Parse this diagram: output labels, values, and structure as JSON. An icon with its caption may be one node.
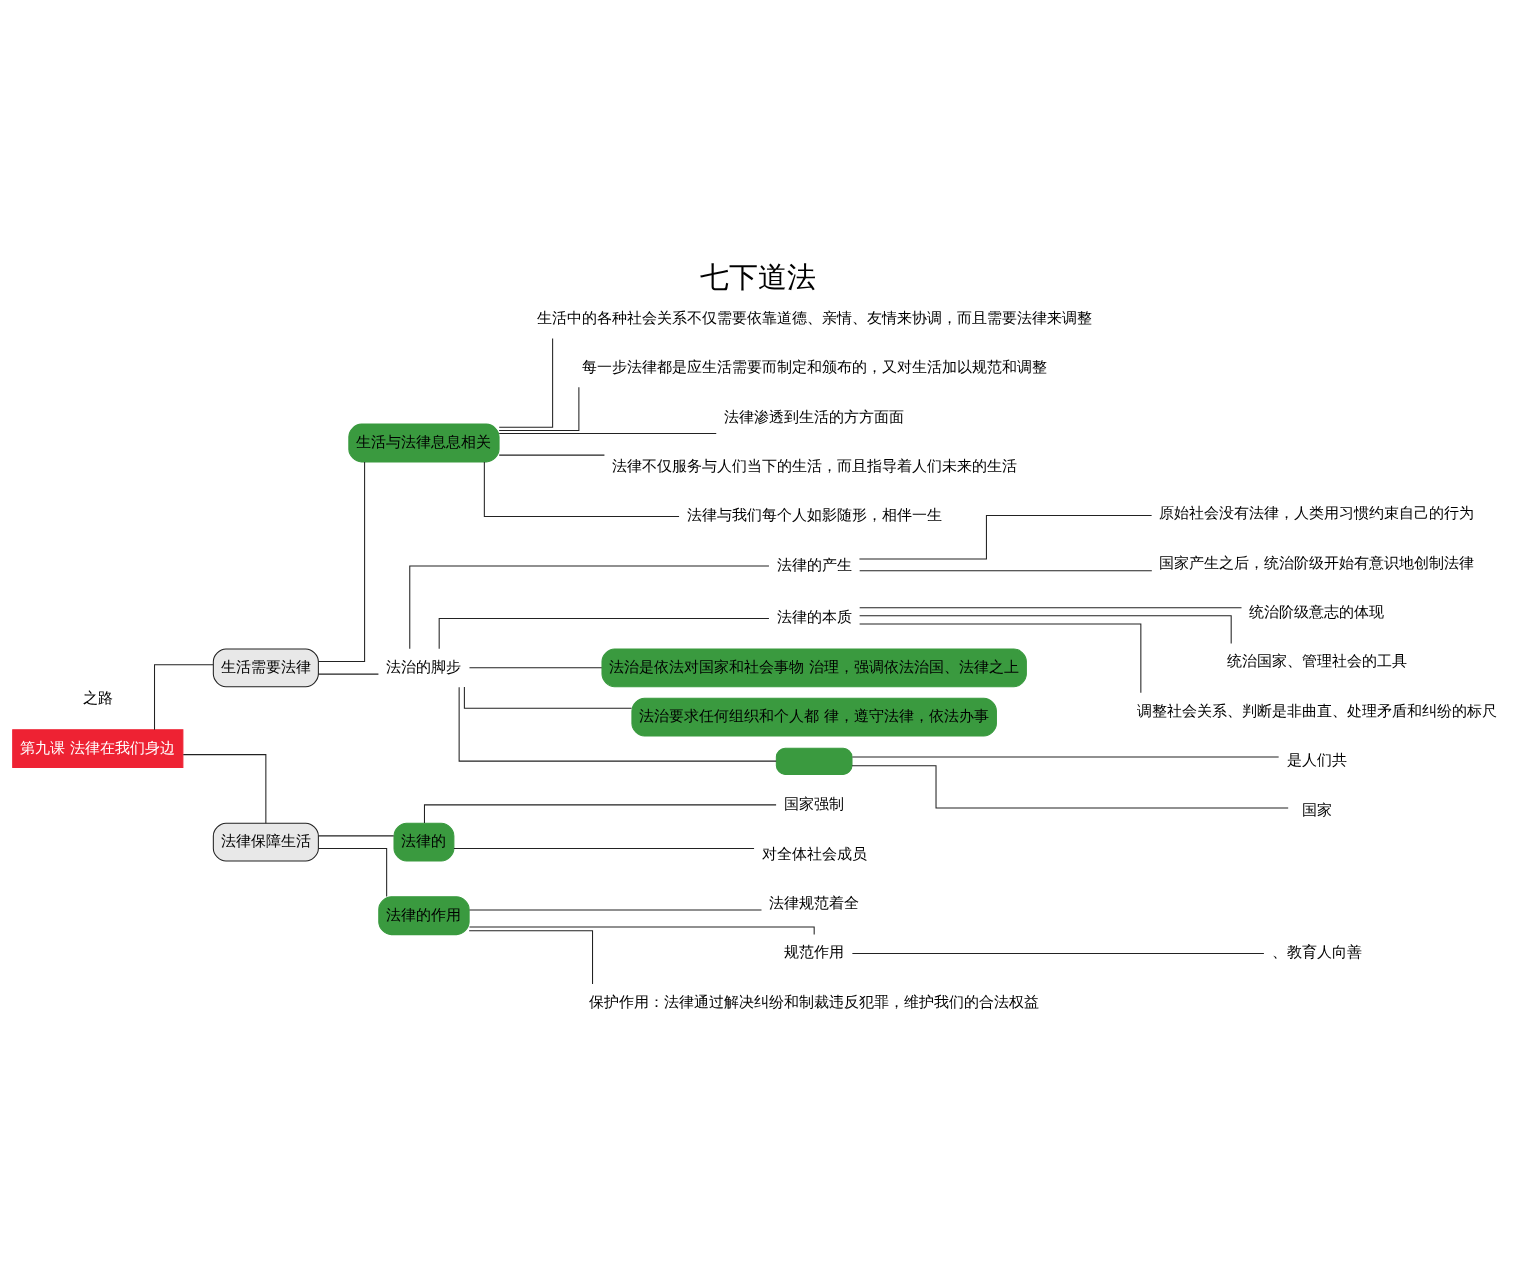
{
  "diagram": {
    "title": "七下道法",
    "nodes": [
      {
        "text": [
          "第九课 法律在我们身边"
        ]
      },
      {
        "text": [
          "生活需要法律"
        ]
      },
      {
        "text": [
          "生活与法律息息相关"
        ]
      },
      {
        "text": [
          "生活中的各种社会关系不仅需要依靠道德、亲情、友情来协调，而且需要法律来调整"
        ]
      },
      {
        "text": [
          "每一步法律都是应生活需要而制定和颁布的，又对生活加以规范和调整"
        ]
      },
      {
        "text": [
          "法律渗透到生活的方方面面"
        ]
      },
      {
        "text": [
          "法律不仅服务与人们当下的生活，而且指导着人们未来的生活"
        ]
      },
      {
        "text": [
          "法律与我们每个人如影随形，相伴一生"
        ]
      },
      {
        "text": [
          "法治的脚步"
        ]
      },
      {
        "text": [
          "法律的产生"
        ]
      },
      {
        "text": [
          "原始社会没有法律，人类用习惯约束自己的行为"
        ]
      },
      {
        "text": [
          "国家产生之后，统治阶级开始有意识地创制法律"
        ]
      },
      {
        "text": [
          "法律的本质"
        ]
      },
      {
        "text": [
          "统治阶级意志的体现"
        ]
      },
      {
        "text": [
          "统治国家、管理社会的工具"
        ]
      },
      {
        "text": [
          "调整社会关系、判断是非曲直、处理矛盾和纠纷的标尺"
        ]
      },
      {
        "text": [
          "法治是依法对国家和社会事物 治理，强调依法治国、法律之上"
        ]
      },
      {
        "text": [
          "法治要求任何组织和个人都 律，遵守法律，依法办事"
        ]
      },
      {
        "text": [],
        "shape": "box"
      },
      {
        "text": [
          "是人们共"
        ]
      },
      {
        "text": [
          "国家"
        ]
      },
      {
        "text": [
          "法律保障生活"
        ]
      },
      {
        "text": [
          "法律的"
        ]
      },
      {
        "text": [
          "国家强制"
        ]
      },
      {
        "text": [
          "对全体社会成员"
        ]
      },
      {
        "text": [
          "法律的作用"
        ]
      },
      {
        "text": [
          "法律规范着全"
        ]
      },
      {
        "text": [
          "规范作用"
        ]
      },
      {
        "text": [
          "、教育人向善"
        ]
      },
      {
        "text": [
          "保护作用：法律通过解决纠纷和制裁违反犯罪，维护我们的合法权益"
        ]
      }
    ],
    "edges": [
      {
        "from": 0,
        "to": 1,
        "arrow": "none"
      },
      {
        "from": 1,
        "to": 2,
        "arrow": "none"
      },
      {
        "from": 2,
        "to": 3,
        "arrow": "none"
      },
      {
        "from": 2,
        "to": 4,
        "arrow": "none"
      },
      {
        "from": 2,
        "to": 5,
        "arrow": "none"
      },
      {
        "from": 2,
        "to": 6,
        "arrow": "none"
      },
      {
        "from": 2,
        "to": 7,
        "arrow": "none"
      },
      {
        "from": 1,
        "to": 8,
        "arrow": "none"
      },
      {
        "from": 8,
        "to": 9,
        "arrow": "none"
      },
      {
        "from": 9,
        "to": 10,
        "arrow": "none"
      },
      {
        "from": 9,
        "to": 11,
        "arrow": "none"
      },
      {
        "from": 8,
        "to": 12,
        "arrow": "none"
      },
      {
        "from": 12,
        "to": 13,
        "arrow": "none"
      },
      {
        "from": 12,
        "to": 14,
        "arrow": "none"
      },
      {
        "from": 12,
        "to": 15,
        "arrow": "none"
      },
      {
        "from": 8,
        "to": 16,
        "arrow": "none"
      },
      {
        "from": 8,
        "to": 17,
        "arrow": "none"
      },
      {
        "from": 8,
        "to": 18,
        "arrow": "none"
      },
      {
        "from": 18,
        "to": 19,
        "arrow": "none"
      },
      {
        "from": 18,
        "to": 20,
        "arrow": "none"
      },
      {
        "from": 0,
        "to": 21,
        "arrow": "none"
      },
      {
        "from": 21,
        "to": 22,
        "arrow": "none"
      },
      {
        "from": 22,
        "to": 23,
        "arrow": "none"
      },
      {
        "from": 22,
        "to": 24,
        "arrow": "none"
      },
      {
        "from": 21,
        "to": 25,
        "arrow": "none"
      },
      {
        "from": 25,
        "to": 26,
        "arrow": "none"
      },
      {
        "from": 25,
        "to": 27,
        "arrow": "none"
      },
      {
        "from": 27,
        "to": 28,
        "arrow": "none"
      },
      {
        "from": 25,
        "to": 29,
        "arrow": "none"
      }
    ],
    "labels": [
      "之路"
    ]
  }
}
